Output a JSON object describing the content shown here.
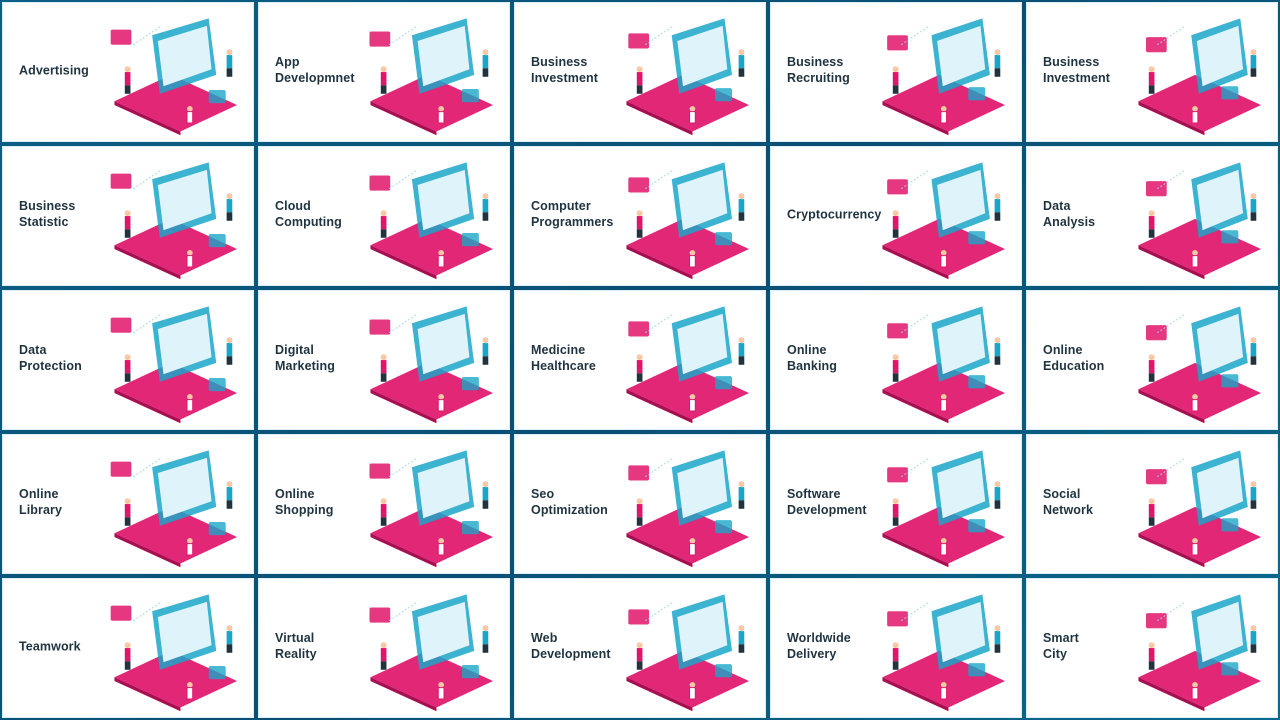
{
  "colors": {
    "accent": "#e0156b",
    "teal": "#1aa6c8",
    "dark": "#1f3340",
    "frame": "#0a5479"
  },
  "tiles": [
    {
      "label": "Advertising",
      "icon": "megaphone-icon"
    },
    {
      "label": "App\nDevelopmnet",
      "icon": "smartphone-icon"
    },
    {
      "label": "Business\nInvestment",
      "icon": "piggy-bank-icon"
    },
    {
      "label": "Business\nRecruiting",
      "icon": "laptop-profile-icon"
    },
    {
      "label": "Business\nInvestment",
      "icon": "rocket-icon"
    },
    {
      "label": "Business\nStatistic",
      "icon": "dashboard-icon"
    },
    {
      "label": "Cloud\nComputing",
      "icon": "cloud-icon"
    },
    {
      "label": "Computer\nProgrammers",
      "icon": "monitor-icon"
    },
    {
      "label": "Cryptocurrency",
      "icon": "crypto-diamond-icon"
    },
    {
      "label": "Data\nAnalysis",
      "icon": "chip-icon"
    },
    {
      "label": "Data\nProtection",
      "icon": "padlock-icon"
    },
    {
      "label": "Digital\nMarketing",
      "icon": "megaphone-laptop-icon"
    },
    {
      "label": "Medicine\nHealthcare",
      "icon": "microscope-icon"
    },
    {
      "label": "Online\nBanking",
      "icon": "banknotes-icon"
    },
    {
      "label": "Online\nEducation",
      "icon": "books-icon"
    },
    {
      "label": "Online\nLibrary",
      "icon": "bookshelf-icon"
    },
    {
      "label": "Online\nShopping",
      "icon": "shopping-store-icon"
    },
    {
      "label": "Seo\nOptimization",
      "icon": "magnifier-icon"
    },
    {
      "label": "Software\nDevelopment",
      "icon": "crane-screen-icon"
    },
    {
      "label": "Social\nNetwork",
      "icon": "social-phone-icon"
    },
    {
      "label": "Teamwork",
      "icon": "lightbulb-icon"
    },
    {
      "label": "Virtual\nReality",
      "icon": "vr-panorama-icon"
    },
    {
      "label": "Web\nDevelopment",
      "icon": "drone-browser-icon"
    },
    {
      "label": "Worldwide\nDelivery",
      "icon": "delivery-drone-icon"
    },
    {
      "label": "Smart\nCity",
      "icon": "city-buildings-icon"
    }
  ]
}
